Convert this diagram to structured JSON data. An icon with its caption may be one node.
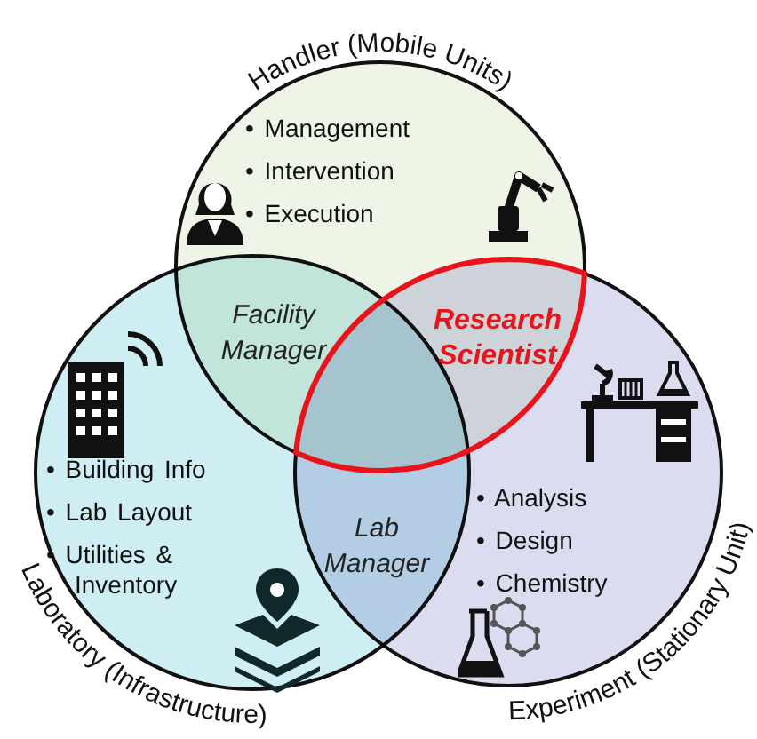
{
  "diagram": {
    "nodes": [
      {
        "text": [
          "Handler (Mobile Units)",
          "• Management",
          "• Intervention",
          "• Execution"
        ]
      },
      {
        "text": [
          "Laboratory (Infrastructure)",
          "• Building Info",
          "• Lab Layout",
          "• Utilities & Inventory"
        ]
      },
      {
        "text": [
          "Experiment (Stationary Unit)",
          "• Analysis",
          "• Design",
          "• Chemistry"
        ]
      },
      {
        "text": [
          "Facility Manager"
        ]
      },
      {
        "text": [
          "Research Scientist"
        ]
      },
      {
        "text": [
          "Lab Manager"
        ]
      }
    ],
    "edges": []
  }
}
